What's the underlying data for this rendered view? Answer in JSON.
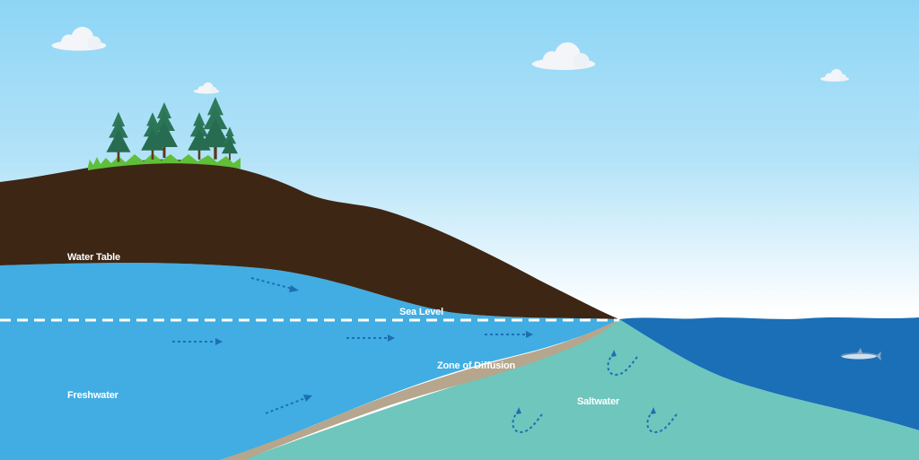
{
  "labels": {
    "water_table": "Water Table",
    "sea_level": "Sea Level",
    "zone_of_diffusion": "Zone of Diffusion",
    "freshwater": "Freshwater",
    "saltwater": "Saltwater"
  },
  "colors": {
    "sky_top": "#8dd5f5",
    "soil": "#3d2614",
    "freshwater": "#41ade2",
    "diffusion_zone": "#b5a68d",
    "saltwater": "#6ec6bd",
    "ocean": "#1a6fb7",
    "arrow": "#1d6fb0"
  }
}
